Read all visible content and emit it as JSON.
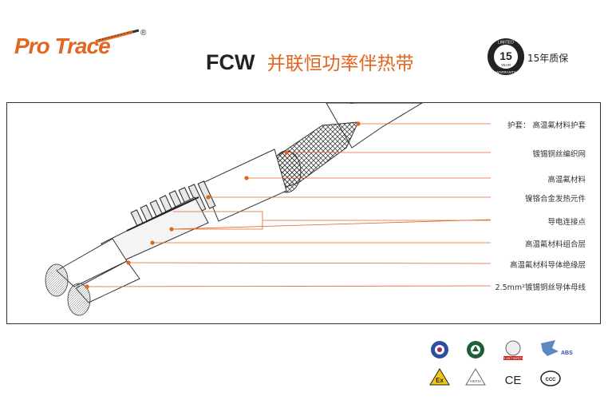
{
  "brand": {
    "name": "Pro Trace",
    "registered": "®"
  },
  "title": {
    "code": "FCW",
    "name": "并联恒功率伴热带"
  },
  "warranty": {
    "years": "15",
    "ring_top": "LIMITED",
    "ring_bottom": "WARRANTY",
    "year_word": "YEAR",
    "text": "15年质保"
  },
  "layers": [
    {
      "label": "护套：  高温氟材料护套"
    },
    {
      "label": "镀锡铜丝编织网"
    },
    {
      "label": "高温氟材料"
    },
    {
      "label": "镍铬合金发热元件"
    },
    {
      "label": "导电连接点"
    },
    {
      "label": "高温氟材料组合层"
    },
    {
      "label": "高温氟材料导体绝缘层"
    },
    {
      "label": "2.5mm²镀锡铜丝导体母线"
    }
  ],
  "certifications": [
    {
      "name": "badge-blue-icon"
    },
    {
      "name": "badge-green-icon"
    },
    {
      "name": "plant-safety-icon",
      "text": "PLANT SAFETY"
    },
    {
      "name": "abs-eagle-icon",
      "text": "ABS"
    },
    {
      "name": "ex-mark-icon",
      "text": "Ex"
    },
    {
      "name": "nepsi-mark-icon",
      "text": "NEPSI"
    },
    {
      "name": "ce-mark-icon",
      "text": "CE"
    },
    {
      "name": "ccc-mark-icon",
      "text": "CCC"
    }
  ],
  "colors": {
    "accent": "#e2661f",
    "dark": "#222222",
    "leader": "#e2661f"
  }
}
